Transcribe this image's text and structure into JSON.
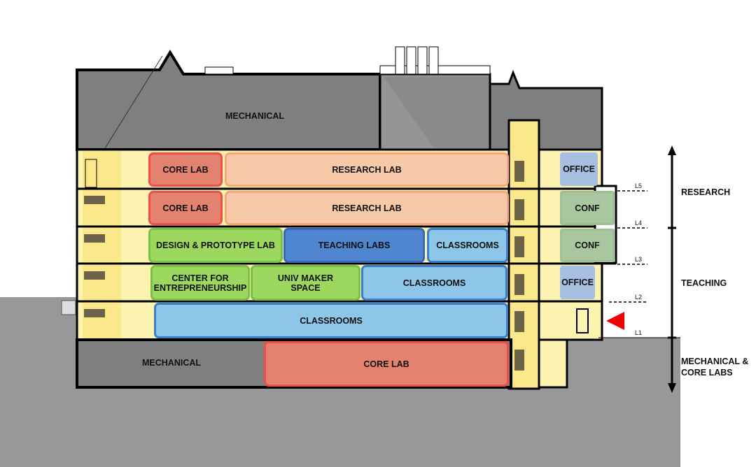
{
  "top": {
    "mechanical": "MECHANICAL"
  },
  "floors": {
    "l5": {
      "core": "CORE LAB",
      "research": "RESEARCH LAB",
      "office": "OFFICE"
    },
    "l4": {
      "core": "CORE LAB",
      "research": "RESEARCH LAB",
      "conf": "CONF"
    },
    "l3": {
      "design": "DESIGN & PROTOTYPE LAB",
      "teaching": "TEACHING LABS",
      "classrooms": "CLASSROOMS",
      "conf": "CONF"
    },
    "l2": {
      "center": "CENTER FOR ENTREPRENEURSHIP",
      "maker": "UNIV MAKER SPACE",
      "classrooms": "CLASSROOMS",
      "office": "OFFICE"
    },
    "l1": {
      "classrooms": "CLASSROOMS"
    },
    "basement": {
      "mechanical": "MECHANICAL",
      "core": "CORE LAB"
    }
  },
  "levels": [
    "L5",
    "L4",
    "L3",
    "L2",
    "L1"
  ],
  "zones": {
    "research": "RESEARCH",
    "teaching": "TEACHING",
    "mech": "MECHANICAL & CORE LABS"
  },
  "colors": {
    "ground": "#98989a",
    "mechanical": "#7f7f7f",
    "circulation": "#fbe88a"
  }
}
